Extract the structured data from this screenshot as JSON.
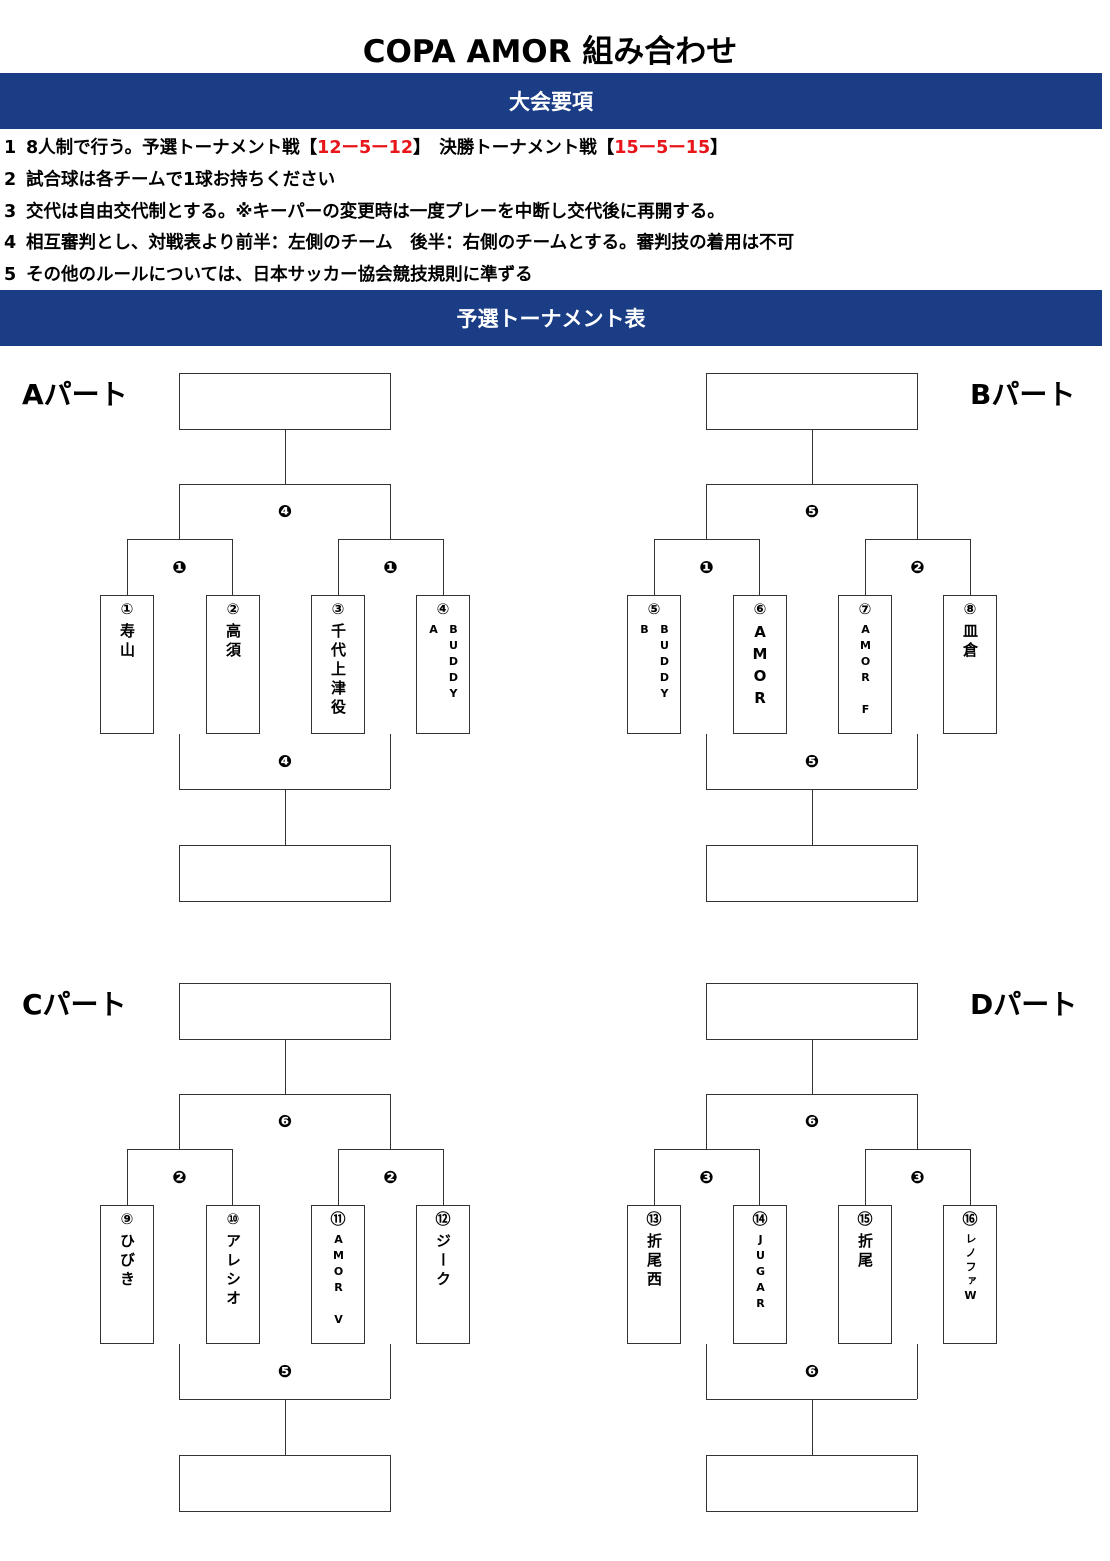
{
  "title": "COPA AMOR 組み合わせ",
  "banner_rules": "大会要項",
  "rules": [
    {
      "num": "1",
      "parts": [
        {
          "text": "8人制で行う。予選トーナメント戦【"
        },
        {
          "text": "12ー5ー12",
          "red": true
        },
        {
          "text": "】　決勝トーナメント戦【"
        },
        {
          "text": "15ー5ー15",
          "red": true
        },
        {
          "text": "】"
        }
      ]
    },
    {
      "num": "2",
      "parts": [
        {
          "text": "試合球は各チームで1球お持ちください"
        }
      ]
    },
    {
      "num": "3",
      "parts": [
        {
          "text": "交代は自由交代制とする。※キーパーの変更時は一度プレーを中断し交代後に再開する。"
        }
      ]
    },
    {
      "num": "4",
      "parts": [
        {
          "text": "相互審判とし、対戦表より前半：左側のチーム　後半：右側のチームとする。審判技の着用は不可"
        }
      ]
    },
    {
      "num": "5",
      "parts": [
        {
          "text": "その他のルールについては、日本サッカー協会競技規則に準ずる"
        }
      ]
    }
  ],
  "banner_bracket": "予選トーナメント表",
  "accent_color": "#1b3d86",
  "highlight_color": "#e8161b",
  "parts": [
    {
      "label": "Aパート",
      "label_side": "left",
      "courts": {
        "final": "❹",
        "left": "❶",
        "right": "❶",
        "third": "❹"
      },
      "teams": [
        {
          "seed": "①",
          "name": "寿山"
        },
        {
          "seed": "②",
          "name": "高須"
        },
        {
          "seed": "③",
          "name": "千代上津役"
        },
        {
          "seed": "④",
          "name": "BUDDY A",
          "small": true
        }
      ]
    },
    {
      "label": "Bパート",
      "label_side": "right",
      "courts": {
        "final": "❺",
        "left": "❶",
        "right": "❷",
        "third": "❺"
      },
      "teams": [
        {
          "seed": "⑤",
          "name": "BUDDY B",
          "small": true
        },
        {
          "seed": "⑥",
          "name": "AMOR"
        },
        {
          "seed": "⑦",
          "name": "AMOR F",
          "small": true
        },
        {
          "seed": "⑧",
          "name": "皿倉"
        }
      ]
    },
    {
      "label": "Cパート",
      "label_side": "left",
      "courts": {
        "final": "❻",
        "left": "❷",
        "right": "❷",
        "third": "❺"
      },
      "teams": [
        {
          "seed": "⑨",
          "name": "ひびき"
        },
        {
          "seed": "⑩",
          "name": "アレシオ"
        },
        {
          "seed": "⑪",
          "name": "AMOR V",
          "small": true
        },
        {
          "seed": "⑫",
          "name": "ジーク"
        }
      ]
    },
    {
      "label": "Dパート",
      "label_side": "right",
      "courts": {
        "final": "❻",
        "left": "❸",
        "right": "❸",
        "third": "❻"
      },
      "teams": [
        {
          "seed": "⑬",
          "name": "折尾西"
        },
        {
          "seed": "⑭",
          "name": "JUGAR",
          "small": true
        },
        {
          "seed": "⑮",
          "name": "折尾"
        },
        {
          "seed": "⑯",
          "name": "レノファW",
          "small": true
        }
      ]
    }
  ]
}
